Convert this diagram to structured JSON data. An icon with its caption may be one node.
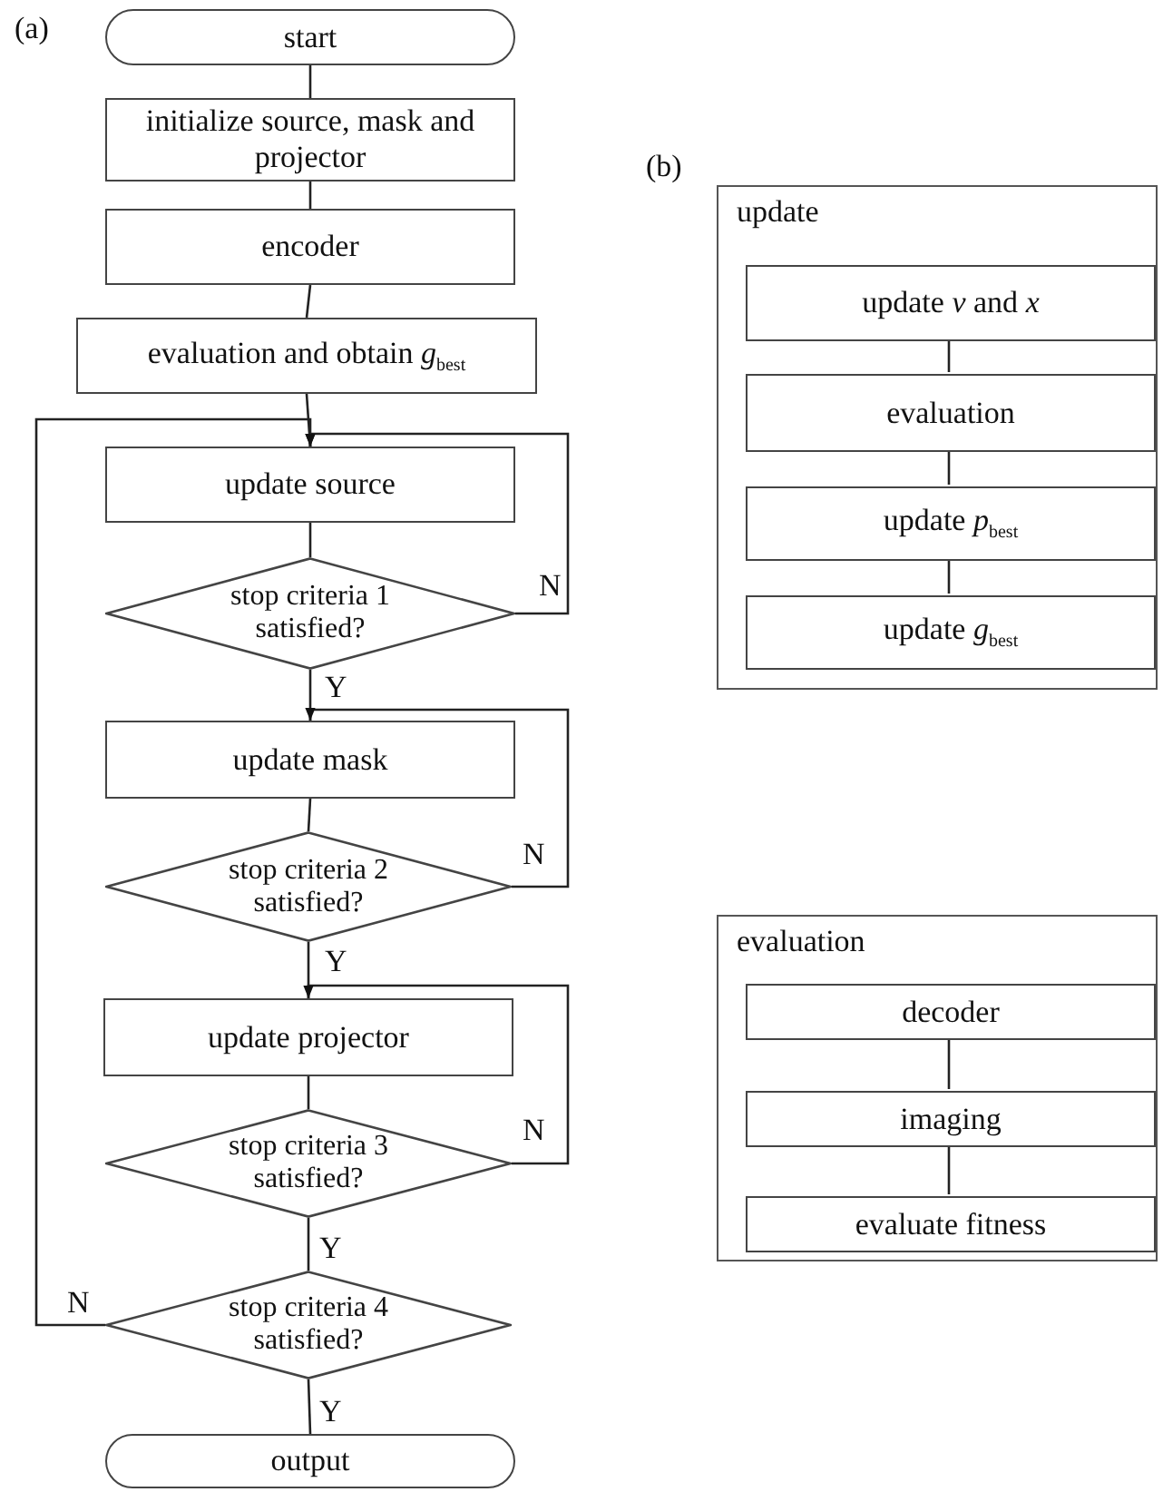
{
  "diagram": {
    "nodes": [
      {
        "text": [
          "start"
        ]
      },
      {
        "text": [
          "initialize source, mask and projector"
        ]
      },
      {
        "text": [
          "encoder"
        ]
      },
      {
        "text": [
          "evaluation and obtain *g*$_{best}$"
        ]
      },
      {
        "text": [
          "update source"
        ]
      },
      {
        "text": [
          "stop criteria 1 satisfied?"
        ]
      },
      {
        "text": [
          "update mask"
        ]
      },
      {
        "text": [
          "stop criteria 2 satisfied?"
        ]
      },
      {
        "text": [
          "update projector"
        ]
      },
      {
        "text": [
          "stop criteria 3 satisfied?"
        ]
      },
      {
        "text": [
          "stop criteria 4 satisfied?"
        ]
      },
      {
        "text": [
          "output"
        ]
      },
      {
        "text": [
          "update"
        ]
      },
      {
        "text": [
          "update *v* and *x*"
        ],
        "in": 12
      },
      {
        "text": [
          "evaluation"
        ],
        "in": 12
      },
      {
        "text": [
          "update *p*$_{best}$"
        ],
        "in": 12
      },
      {
        "text": [
          "update *g*$_{best}$"
        ],
        "in": 12
      },
      {
        "text": [
          "evaluation"
        ]
      },
      {
        "text": [
          "decoder"
        ],
        "in": 17
      },
      {
        "text": [
          "imaging"
        ],
        "in": 17
      },
      {
        "text": [
          "evaluate fitness"
        ],
        "in": 17
      }
    ],
    "edges": [
      {
        "from": 0,
        "to": 1,
        "arrow": "none"
      },
      {
        "from": 1,
        "to": 2,
        "arrow": "none"
      },
      {
        "from": 2,
        "to": 3,
        "arrow": "none"
      },
      {
        "from": 3,
        "to": 4,
        "arrow": "none"
      },
      {
        "from": 4,
        "to": 5,
        "arrow": "none"
      },
      {
        "from": 5,
        "to": 4,
        "arrow": "to",
        "label": "N"
      },
      {
        "from": 5,
        "to": 6,
        "arrow": "none",
        "label": "Y"
      },
      {
        "from": 6,
        "to": 7,
        "arrow": "none"
      },
      {
        "from": 7,
        "to": 6,
        "arrow": "to",
        "label": "N"
      },
      {
        "from": 7,
        "to": 8,
        "arrow": "none",
        "label": "Y"
      },
      {
        "from": 8,
        "to": 9,
        "arrow": "none"
      },
      {
        "from": 9,
        "to": 8,
        "arrow": "to",
        "label": "N"
      },
      {
        "from": 9,
        "to": 10,
        "arrow": "none",
        "label": "Y"
      },
      {
        "from": 10,
        "to": 4,
        "arrow": "to",
        "label": "N"
      },
      {
        "from": 10,
        "to": 11,
        "arrow": "none",
        "label": "Y"
      },
      {
        "from": 13,
        "to": 14,
        "arrow": "none"
      },
      {
        "from": 14,
        "to": 15,
        "arrow": "none"
      },
      {
        "from": 15,
        "to": 16,
        "arrow": "none"
      },
      {
        "from": 18,
        "to": 19,
        "arrow": "none"
      },
      {
        "from": 19,
        "to": 20,
        "arrow": "none"
      }
    ],
    "labels": [
      "(a)",
      "(b)"
    ]
  }
}
